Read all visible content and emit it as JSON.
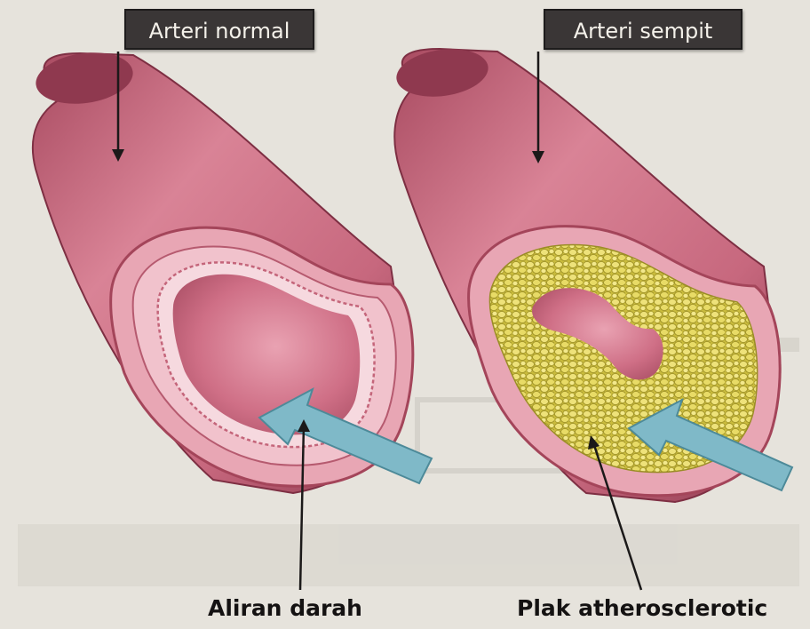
{
  "labels": {
    "normal_artery": "Arteri normal",
    "narrowed_artery": "Arteri sempit"
  },
  "captions": {
    "blood_flow": "Aliran darah",
    "plaque": "Plak atherosclerotic"
  },
  "colors": {
    "paper": "#e6e3dc",
    "artery_wall": "#c7687e",
    "artery_dark": "#9b3f55",
    "inner_lumen": "#d97d93",
    "plaque": "#e4d85a",
    "flow_arrow": "#7fb9c8",
    "label_bg": "#3a3636"
  }
}
